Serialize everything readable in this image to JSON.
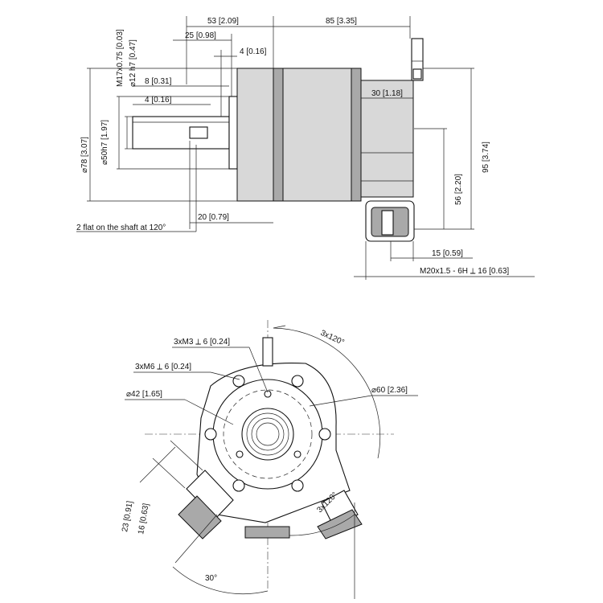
{
  "side_view": {
    "dim_53": "53 [2.09]",
    "dim_85": "85 [3.35]",
    "dim_25": "25 [0.98]",
    "dim_4_top": "4 [0.16]",
    "dim_m17": "M17x0.75 [0.03]",
    "dim_12h7": "⌀12 h7 [0.47]",
    "dim_8": "8 [0.31]",
    "dim_4_left": "4 [0.16]",
    "dim_78": "⌀78 [3.07]",
    "dim_50h7": "⌀50h7 [1.97]",
    "dim_30": "30 [1.18]",
    "dim_56": "56 [2.20]",
    "dim_95": "95 [3.74]",
    "dim_20": "20 [0.79]",
    "flat_note": "2 flat on the shaft at 120°",
    "dim_15": "15 [0.59]",
    "dim_m20": "M20x1.5 - 6H ⟂ 16 [0.63]"
  },
  "front_view": {
    "dim_3x120_top": "3x120°",
    "dim_3xm3": "3xM3 ⟂ 6 [0.24]",
    "dim_3xm6": "3xM6 ⟂ 6 [0.24]",
    "dim_42": "⌀42 [1.65]",
    "dim_60": "⌀60 [2.36]",
    "dim_3x120_bottom": "3x120°",
    "dim_23": "23 [0.91]",
    "dim_16": "16 [0.63]",
    "dim_30deg": "30°"
  }
}
